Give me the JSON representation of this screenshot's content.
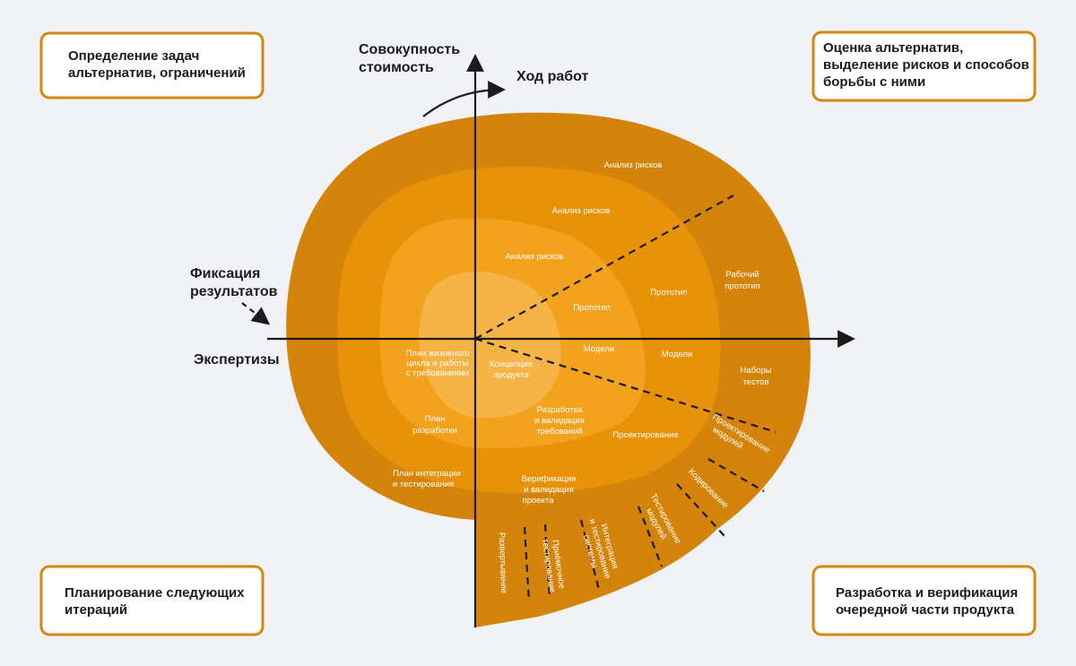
{
  "colors": {
    "background": "#f0f2f6",
    "ring_outer": "#d4840a",
    "ring_2": "#e8920a",
    "ring_3": "#f2a21c",
    "core": "#f5b445",
    "box_border": "#d4880e",
    "axis": "#1b1b1b"
  },
  "corners": {
    "top_left": [
      "Определение задач",
      "альтернатив, ограничений"
    ],
    "top_right": [
      "Оценка альтернатив,",
      "выделение рисков и способов",
      "борьбы с ними"
    ],
    "bottom_left": [
      "Планирование следующих",
      "итераций"
    ],
    "bottom_right": [
      "Разработка и верификация",
      "очередной части продукта"
    ]
  },
  "axes": {
    "y_label": [
      "Совокупность",
      "стоимость"
    ],
    "progress_label": "Ход работ",
    "fix_label": [
      "Фиксация",
      "результатов"
    ],
    "review_label": "Экспертизы"
  },
  "spiral": {
    "risk_analysis": [
      "Анализ рисков",
      "Анализ рисков",
      "Анализ рисков"
    ],
    "prototypes": [
      "Прототип",
      "Прототип"
    ],
    "working_prototype": [
      "Рабочий",
      "прототип"
    ],
    "models": [
      "Модели",
      "Модели"
    ],
    "test_sets": [
      "Наборы",
      "тестов"
    ],
    "lifecycle_plan": [
      "План жизненого",
      "цикла и работы",
      "с требованиями"
    ],
    "product_concept": [
      "Концепция",
      "продукта"
    ],
    "requirements": [
      "Разработка",
      "и валидация",
      "требований"
    ],
    "dev_plan": [
      "План",
      "разработки"
    ],
    "design": "Проектирование",
    "integration_plan": [
      "План интеграции",
      "и тестирования"
    ],
    "design_verification": [
      "Верификация",
      "и валидация",
      "проекта"
    ],
    "module_design": [
      "Проектирование",
      "модулей"
    ],
    "coding": "Кодирование",
    "unit_testing": [
      "Тестирование",
      "модулей"
    ],
    "system_integration": [
      "Интеграция",
      "и тестирование",
      "системы"
    ],
    "acceptance_testing": [
      "Приёмочное",
      "тестирование"
    ],
    "deployment": "Развертывание"
  }
}
